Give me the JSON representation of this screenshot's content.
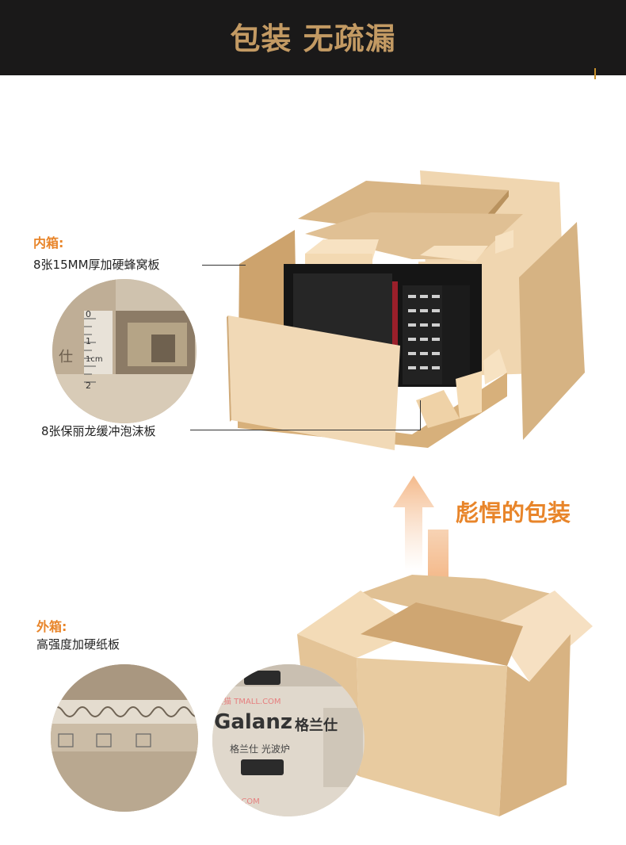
{
  "header": {
    "title": "包装 无疏漏"
  },
  "inner_box": {
    "heading": "内箱:",
    "honeycomb_note": "8张15MM厚加硬蜂窝板",
    "foam_note": "8张保丽龙缓冲泡沫板",
    "ruler_labels": [
      "0",
      "1",
      "1cm",
      "2"
    ],
    "ruler_side": "仕"
  },
  "slogan": "彪悍的包装",
  "outer_box": {
    "heading": "外箱:",
    "note": "高强度加硬纸板",
    "carton_brand": "Galanz",
    "carton_brand_cn": "格兰仕",
    "carton_sub": "格兰仕 光波炉",
    "carton_store": "天猫 TMALL.COM",
    "carton_store_bottom": "LL.COM"
  },
  "colors": {
    "accent": "#e8852a",
    "header_bg": "#1a1919",
    "header_text": "#c39a63",
    "cardboard": "#d9b98a",
    "cardboard_light": "#f5dcb4"
  }
}
